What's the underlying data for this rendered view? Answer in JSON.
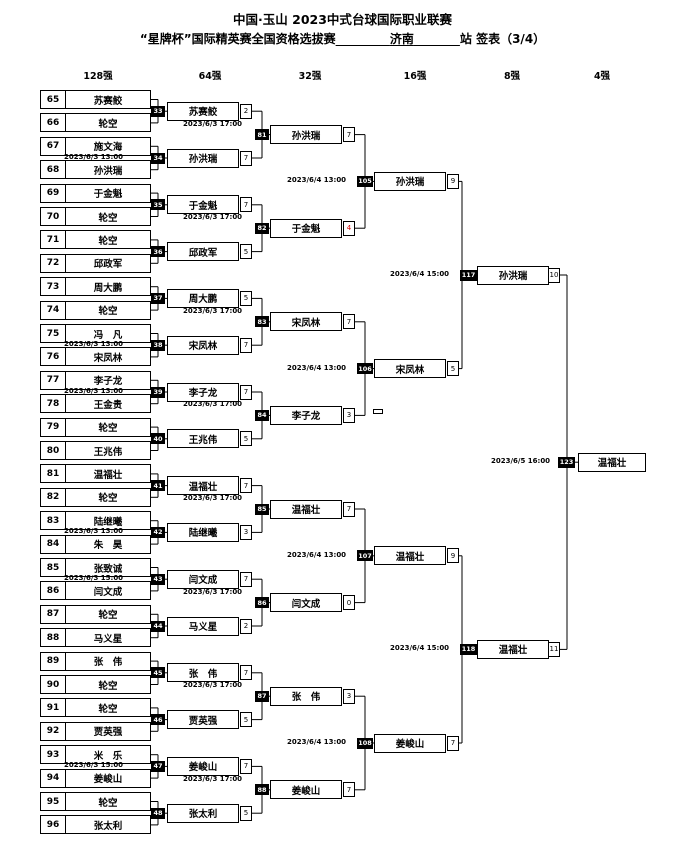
{
  "header": {
    "line1": "中国·玉山 2023中式台球国际职业联赛",
    "line2_prefix": "“星牌杯”国际精英赛全国资格选拔赛",
    "city": "济南",
    "line2_suffix": "站  签表（3/4）"
  },
  "round_headers": [
    "128强",
    "64强",
    "32强",
    "16强",
    "8强",
    "4强"
  ],
  "r128": [
    {
      "seed": "65",
      "name": "苏赛鲛"
    },
    {
      "seed": "66",
      "name": "轮空"
    },
    {
      "seed": "67",
      "name": "施文海"
    },
    {
      "seed": "68",
      "name": "孙洪瑞"
    },
    {
      "seed": "69",
      "name": "于金魁"
    },
    {
      "seed": "70",
      "name": "轮空"
    },
    {
      "seed": "71",
      "name": "轮空"
    },
    {
      "seed": "72",
      "name": "邱政军"
    },
    {
      "seed": "73",
      "name": "周大鹏"
    },
    {
      "seed": "74",
      "name": "轮空"
    },
    {
      "seed": "75",
      "name": "冯　凡"
    },
    {
      "seed": "76",
      "name": "宋凤林"
    },
    {
      "seed": "77",
      "name": "李子龙"
    },
    {
      "seed": "78",
      "name": "王金贵"
    },
    {
      "seed": "79",
      "name": "轮空"
    },
    {
      "seed": "80",
      "name": "王兆伟"
    },
    {
      "seed": "81",
      "name": "温福壮"
    },
    {
      "seed": "82",
      "name": "轮空"
    },
    {
      "seed": "83",
      "name": "陆继曦"
    },
    {
      "seed": "84",
      "name": "朱　昊"
    },
    {
      "seed": "85",
      "name": "张致诚"
    },
    {
      "seed": "86",
      "name": "闫文成"
    },
    {
      "seed": "87",
      "name": "轮空"
    },
    {
      "seed": "88",
      "name": "马义星"
    },
    {
      "seed": "89",
      "name": "张　伟"
    },
    {
      "seed": "90",
      "name": "轮空"
    },
    {
      "seed": "91",
      "name": "轮空"
    },
    {
      "seed": "92",
      "name": "贾英强"
    },
    {
      "seed": "93",
      "name": "米　乐"
    },
    {
      "seed": "94",
      "name": "姜峻山"
    },
    {
      "seed": "95",
      "name": "轮空"
    },
    {
      "seed": "96",
      "name": "张太利"
    }
  ],
  "r128_matches": [
    {
      "num": "33",
      "time": ""
    },
    {
      "num": "34",
      "time": "2023/6/3 13:00"
    },
    {
      "num": "35",
      "time": ""
    },
    {
      "num": "36",
      "time": ""
    },
    {
      "num": "37",
      "time": ""
    },
    {
      "num": "38",
      "time": "2023/6/3 13:00"
    },
    {
      "num": "39",
      "time": "2023/6/3 13:00"
    },
    {
      "num": "40",
      "time": ""
    },
    {
      "num": "41",
      "time": ""
    },
    {
      "num": "42",
      "time": "2023/6/3 13:00"
    },
    {
      "num": "43",
      "time": "2023/6/3 15:00"
    },
    {
      "num": "44",
      "time": ""
    },
    {
      "num": "45",
      "time": ""
    },
    {
      "num": "46",
      "time": ""
    },
    {
      "num": "47",
      "time": "2023/6/3 15:00"
    },
    {
      "num": "48",
      "time": ""
    }
  ],
  "r64": [
    {
      "name": "苏赛鲛",
      "score": "2"
    },
    {
      "name": "孙洪瑞",
      "score": "7"
    },
    {
      "name": "于金魁",
      "score": "7"
    },
    {
      "name": "邱政军",
      "score": "5"
    },
    {
      "name": "周大鹏",
      "score": "5"
    },
    {
      "name": "宋凤林",
      "score": "7"
    },
    {
      "name": "李子龙",
      "score": "7"
    },
    {
      "name": "王兆伟",
      "score": "5"
    },
    {
      "name": "温福壮",
      "score": "7"
    },
    {
      "name": "陆继曦",
      "score": "3"
    },
    {
      "name": "闫文成",
      "score": "7"
    },
    {
      "name": "马义星",
      "score": "2"
    },
    {
      "name": "张　伟",
      "score": "7"
    },
    {
      "name": "贾英强",
      "score": "5"
    },
    {
      "name": "姜峻山",
      "score": "7"
    },
    {
      "name": "张太利",
      "score": "5"
    }
  ],
  "r64_matches": [
    {
      "num": "81",
      "time": "2023/6/3 17:00"
    },
    {
      "num": "82",
      "time": "2023/6/3 17:00"
    },
    {
      "num": "83",
      "time": "2023/6/3 17:00"
    },
    {
      "num": "84",
      "time": "2023/6/3 17:00"
    },
    {
      "num": "85",
      "time": "2023/6/3 17:00"
    },
    {
      "num": "86",
      "time": "2023/6/3 17:00"
    },
    {
      "num": "87",
      "time": "2023/6/3 17:00"
    },
    {
      "num": "88",
      "time": "2023/6/3 17:00"
    }
  ],
  "r32": [
    {
      "name": "孙洪瑞",
      "score": "7",
      "color": "#000000"
    },
    {
      "name": "于金魁",
      "score": "4",
      "color": "#d00000"
    },
    {
      "name": "宋凤林",
      "score": "7",
      "color": "#000000"
    },
    {
      "name": "李子龙",
      "score": "3",
      "color": "#000000"
    },
    {
      "name": "温福壮",
      "score": "7",
      "color": "#000000"
    },
    {
      "name": "闫文成",
      "score": "0",
      "color": "#000000"
    },
    {
      "name": "张　伟",
      "score": "3",
      "color": "#000000"
    },
    {
      "name": "姜峻山",
      "score": "7",
      "color": "#000000"
    }
  ],
  "r32_matches": [
    {
      "num": "105",
      "time": "2023/6/4 13:00"
    },
    {
      "num": "106",
      "time": "2023/6/4 13:00"
    },
    {
      "num": "107",
      "time": "2023/6/4 13:00"
    },
    {
      "num": "108",
      "time": "2023/6/4 13:00"
    }
  ],
  "r16": [
    {
      "name": "孙洪瑞",
      "score": "9"
    },
    {
      "name": "宋凤林",
      "score": "5"
    },
    {
      "name": "温福壮",
      "score": "9"
    },
    {
      "name": "姜峻山",
      "score": "7"
    }
  ],
  "r16_matches": [
    {
      "num": "117",
      "time": "2023/6/4 15:00"
    },
    {
      "num": "118",
      "time": "2023/6/4 15:00"
    }
  ],
  "r8": [
    {
      "name": "孙洪瑞",
      "score": "10"
    },
    {
      "name": "温福壮",
      "score": "11"
    }
  ],
  "r8_match": {
    "num": "123",
    "time": "2023/6/5 16:00"
  },
  "r4": {
    "name": "温福壮"
  }
}
